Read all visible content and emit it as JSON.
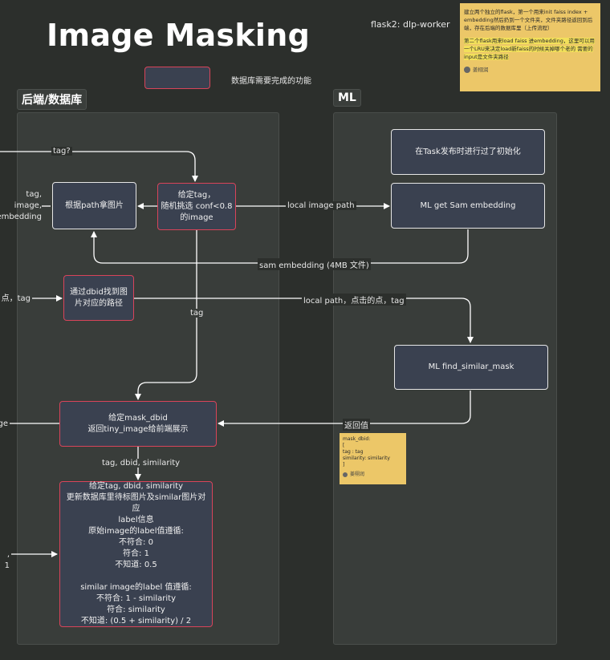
{
  "header": {
    "title": "Image Masking",
    "subtitle": "flask2: dlp-worker"
  },
  "legend": {
    "text": "数据库需要完成的功能"
  },
  "columns": {
    "backend": "后端/数据库",
    "ml": "ML"
  },
  "boxes": {
    "fetch_image": "根据path拿图片",
    "pick_random": "给定tag，\n随机挑选 conf<0.8\n的image",
    "find_path": "通过dbid找到图\n片对应的路径",
    "return_tiny": "给定mask_dbid\n返回tiny_image给前端展示",
    "update_db": "给定tag, dbid, similarity\n更新数据库里待标图片及similar图片对应\nlabel信息\n原始image的label值遵循:\n不符合:  0\n符合:  1\n不知道:  0.5\n\nsimilar image的label 值遵循:\n不符合:  1 - similarity\n符合:  similarity\n不知道:  (0.5 + similarity) / 2",
    "ml_init": "在Task发布时进行过了初始化",
    "ml_embed": "ML get Sam embedding",
    "ml_similar": "ML find_similar_mask"
  },
  "edges": {
    "tag_q": "tag?",
    "local_image_path": "local image path",
    "sam_embedding": "sam embedding (4MB 文件)",
    "tag_down": "tag",
    "local_path_click": "local path，点击的点，tag",
    "return_value": "返回值",
    "tag_dbid_sim": "tag, dbid, similarity"
  },
  "left_edge_fragments": {
    "a": "tag,\nimage,\nembedding",
    "b": "点，tag",
    "c": "ge",
    "d": ", 1"
  },
  "stickies": {
    "large": {
      "line1": "建立两个独立的flask，第一个用来init faiss index + embedding然后扔到一个文件夹，文件夹路径返回到后端，存在后端的数据库里（上传流程）",
      "line2": "第二个flask用来load faiss 进embedding，这里可以用一个LRU来决定load新faiss的时候关掉哪个老的 需要的input是文件夹路径",
      "author": "姜栩润"
    },
    "small": {
      "lines": [
        "mask_dbid:",
        "[",
        "tag : tag",
        "similarity: similarity",
        "]"
      ],
      "author": "姜栩润"
    }
  },
  "colors": {
    "background": "#2c2f2c",
    "panel": "#393d3a",
    "box_fill": "#3a4150",
    "db_border": "#d9445a",
    "ml_border": "#e6e6e6",
    "sticky": "#ecc768"
  }
}
